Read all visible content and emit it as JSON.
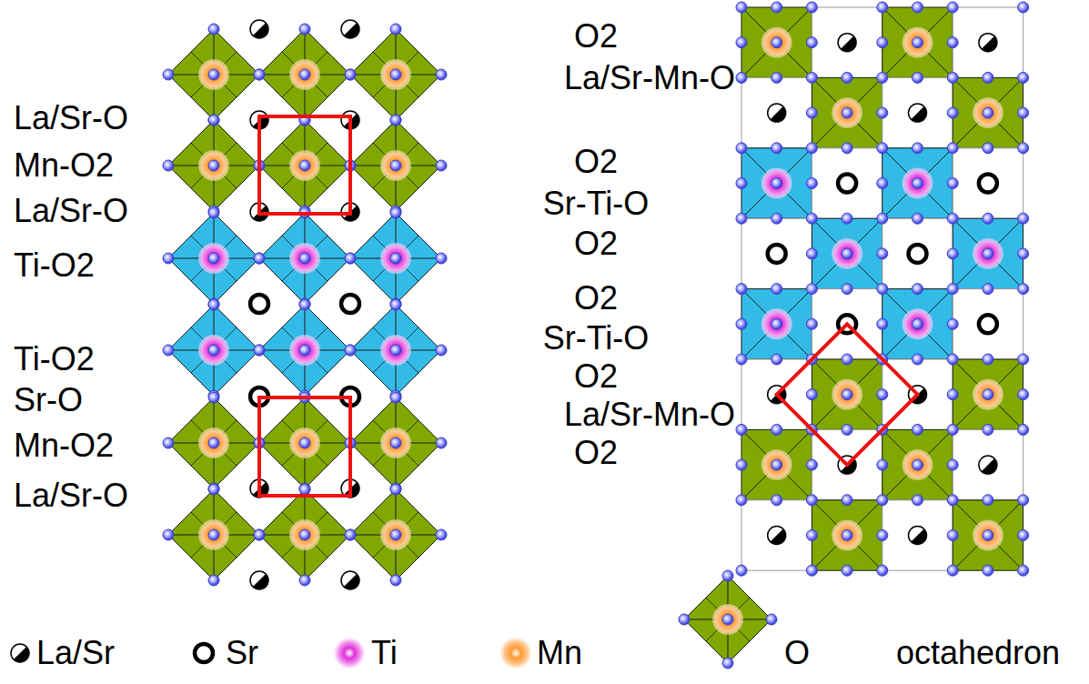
{
  "diagram": {
    "labels": [
      "La/Sr-O",
      "Mn-O2",
      "La/Sr-O",
      "Ti-O2",
      "Ti-O2",
      "Sr-O",
      "Mn-O2",
      "La/Sr-O",
      "O2",
      "La/Sr-Mn-O",
      "O2",
      "Sr-Ti-O",
      "O2",
      "O2",
      "Sr-Ti-O",
      "O2",
      "La/Sr-Mn-O",
      "O2"
    ],
    "legend": [
      {
        "text": "La/Sr"
      },
      {
        "text": "Sr"
      },
      {
        "text": "Ti"
      },
      {
        "text": "Mn"
      },
      {
        "text": "O"
      },
      {
        "text": "octahedron"
      }
    ]
  }
}
